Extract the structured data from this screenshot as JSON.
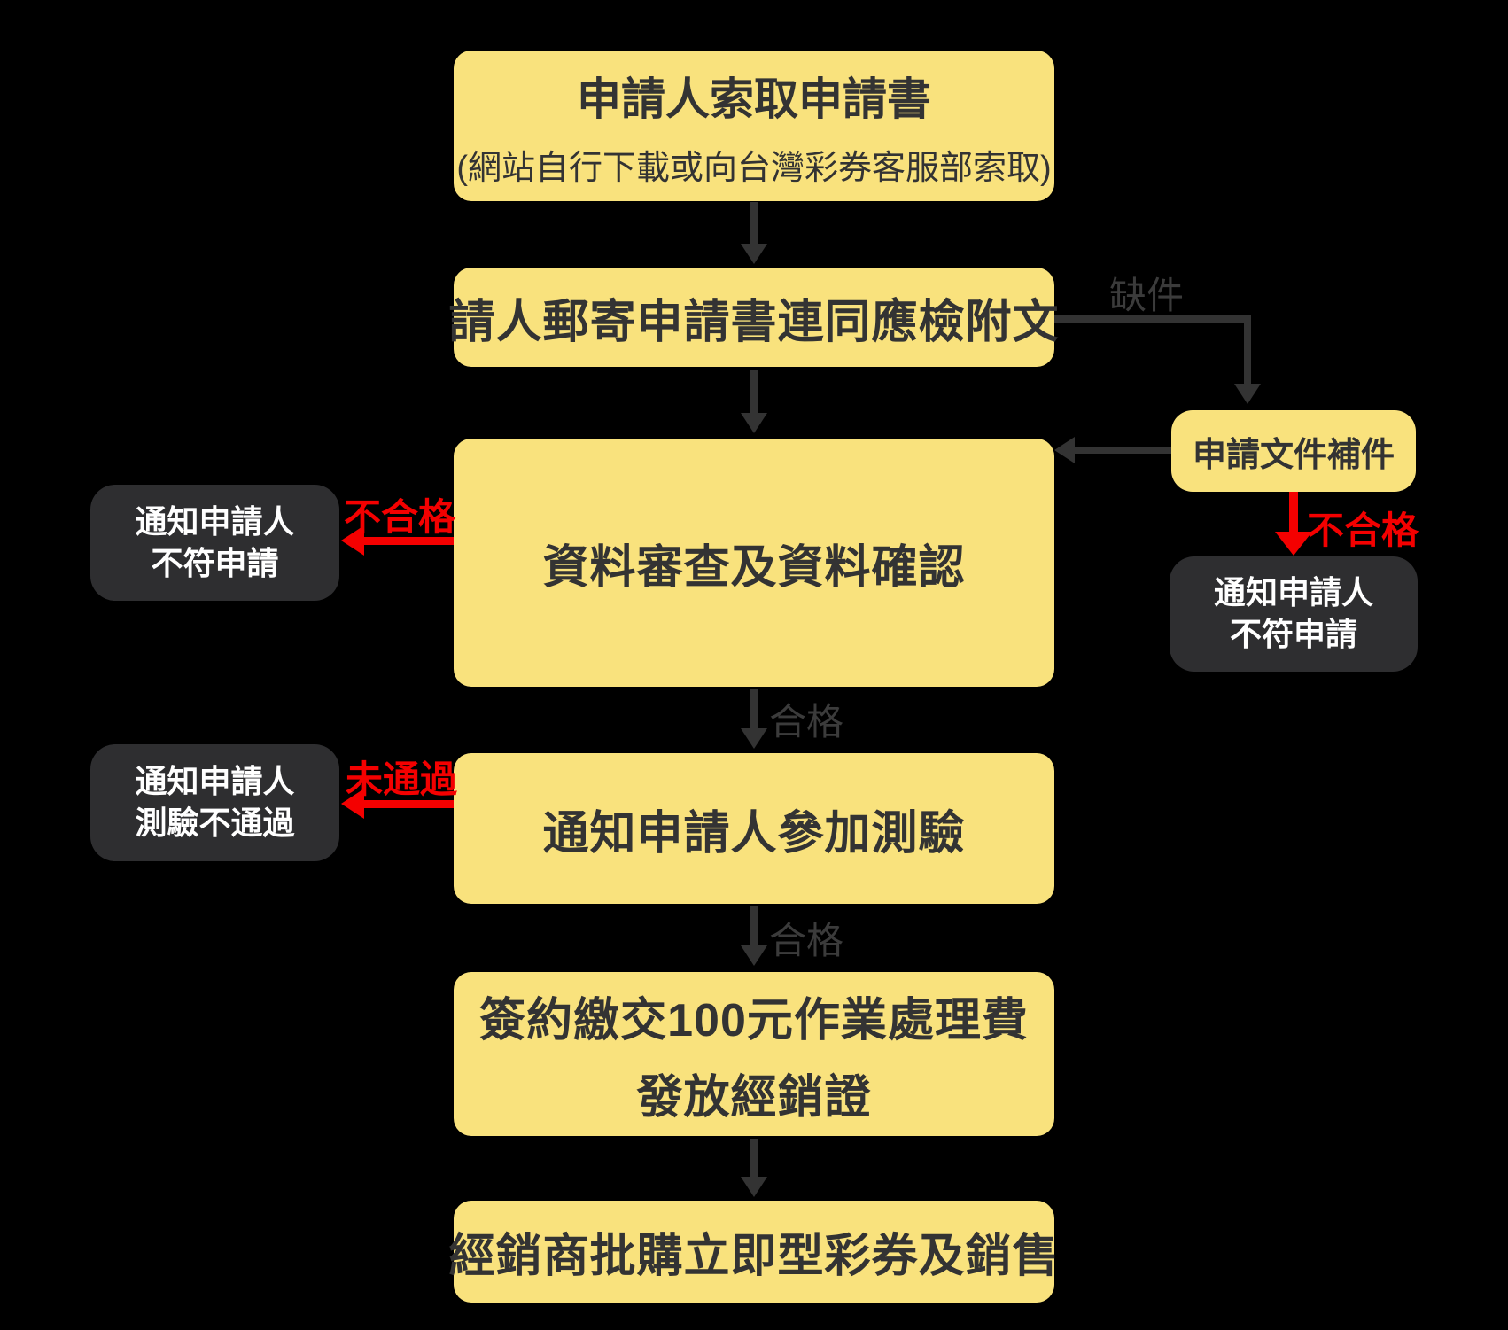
{
  "colors": {
    "background": "#000000",
    "box_yellow": "#F9E27D",
    "box_dark": "#2E2E30",
    "text_dark": "#333333",
    "text_white": "#FFFFFF",
    "arrow": "#333333",
    "label_gray": "#3B3B3B",
    "red": "#F40000"
  },
  "flow": {
    "step1": {
      "title": "申請人索取申請書",
      "subtitle": "(網站自行下載或向台灣彩券客服部索取)"
    },
    "step2": {
      "title": "請人郵寄申請書連同應檢附文"
    },
    "step3": {
      "title": "資料審查及資料確認"
    },
    "step4": {
      "title": "通知申請人參加測驗"
    },
    "step5": {
      "title_line1": "簽約繳交100元作業處理費",
      "title_line2": "發放經銷證"
    },
    "step6": {
      "title": "經銷商批購立即型彩券及銷售"
    }
  },
  "side": {
    "supplement_box": {
      "title": "申請文件補件"
    },
    "reject_right": {
      "line1": "通知申請人",
      "line2": "不符申請"
    },
    "reject_left_1": {
      "line1": "通知申請人",
      "line2": "不符申請"
    },
    "reject_left_2": {
      "line1": "通知申請人",
      "line2": "測驗不通過"
    }
  },
  "labels": {
    "missing_docs": "缺件",
    "pass_1": "合格",
    "pass_2": "合格",
    "fail_left": "不合格",
    "fail_right": "不合格",
    "not_passed": "未通過"
  }
}
